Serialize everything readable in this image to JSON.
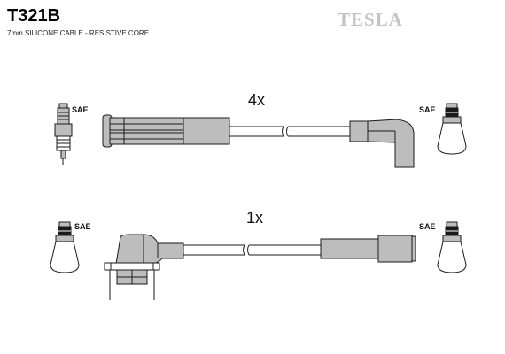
{
  "header": {
    "part_number": "T321B",
    "description": "7mm SILICONE CABLE - RESISTIVE CORE",
    "brand": "TESLA"
  },
  "rows": [
    {
      "quantity": "4x",
      "left_connector_label": "SAE",
      "right_connector_label": "SAE"
    },
    {
      "quantity": "1x",
      "left_connector_label": "SAE",
      "right_connector_label": "SAE"
    }
  ],
  "colors": {
    "part_fill": "#bdbdbd",
    "outline": "#1a1a1a",
    "brand": "#c4c4c4"
  }
}
